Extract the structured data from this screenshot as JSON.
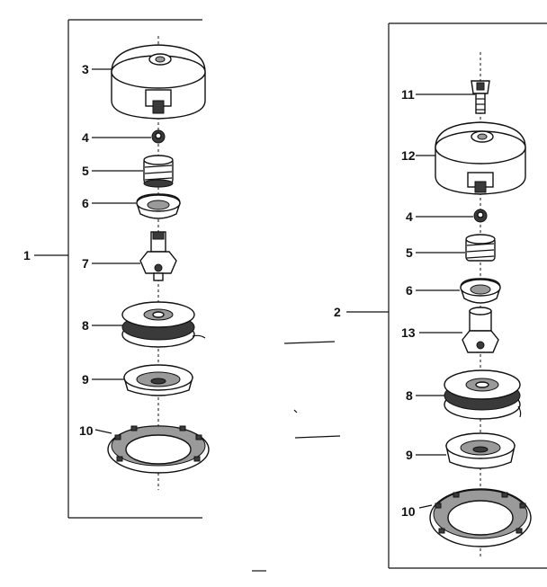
{
  "left_assembly": {
    "assembly_number": "1",
    "parts": [
      {
        "number": "3"
      },
      {
        "number": "4"
      },
      {
        "number": "5"
      },
      {
        "number": "6"
      },
      {
        "number": "7"
      },
      {
        "number": "8"
      },
      {
        "number": "9"
      },
      {
        "number": "10"
      }
    ]
  },
  "right_assembly": {
    "assembly_number": "2",
    "parts": [
      {
        "number": "11"
      },
      {
        "number": "12"
      },
      {
        "number": "4"
      },
      {
        "number": "5"
      },
      {
        "number": "6"
      },
      {
        "number": "13"
      },
      {
        "number": "8"
      },
      {
        "number": "9"
      },
      {
        "number": "10"
      }
    ]
  }
}
